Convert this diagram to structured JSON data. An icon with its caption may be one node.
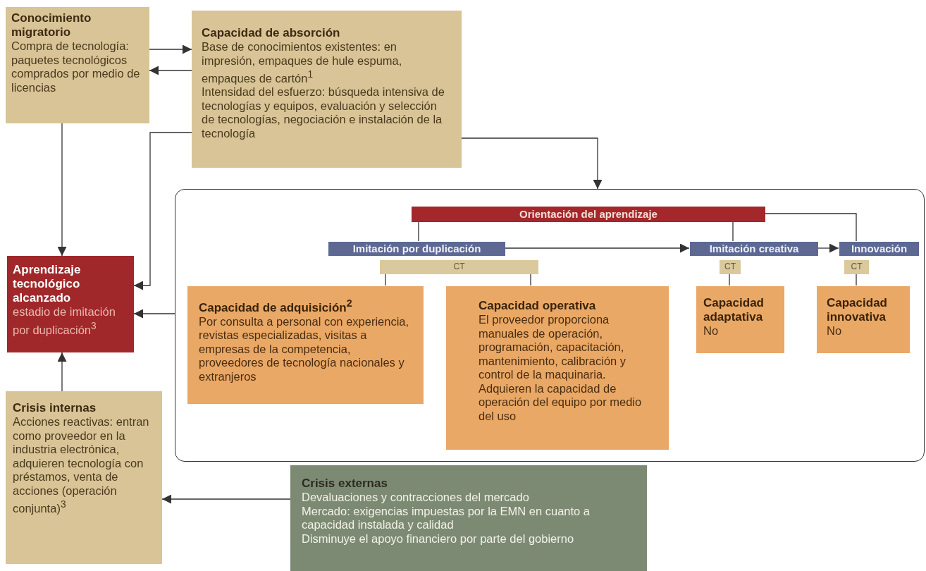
{
  "diagram": {
    "nodes": [
      {
        "text": [
          "Conocimiento migratorio",
          "Compra de tecnología: paquetes tecnológicos comprados por medio de licencias"
        ]
      },
      {
        "text": [
          "Capacidad de absorción",
          "Base de conocimientos existentes: en impresión, empaques de hule espuma, empaques de cartón$^{1}$",
          "Intensidad del esfuerzo: búsqueda intensiva de tecnologías y equipos, evaluación y selección de tecnologías, negociación e instalación de la tecnología"
        ]
      },
      {
        "text": [
          "Aprendizaje tecnológico alcanzado",
          "estadio de imitación por duplicación$^{3}$"
        ]
      },
      {
        "text": [
          "Crisis internas",
          "Acciones reactivas: entran como proveedor en la industria electrónica, adquieren tecnología con préstamos, venta de acciones (operación conjunta)$^{3}$"
        ]
      },
      {
        "text": [],
        "shape": "box"
      },
      {
        "text": [
          "Orientación del aprendizaje"
        ],
        "in": 4
      },
      {
        "text": [
          "Imitación por duplicación"
        ],
        "in": 4
      },
      {
        "text": [
          "CT"
        ],
        "in": 4
      },
      {
        "text": [
          "Imitación creativa"
        ],
        "in": 4
      },
      {
        "text": [
          "CT"
        ],
        "in": 4
      },
      {
        "text": [
          "Innovación"
        ],
        "in": 4
      },
      {
        "text": [
          "CT"
        ],
        "in": 4
      },
      {
        "text": [
          "Capacidad de adquisición$^{2}$",
          "Por consulta a personal con experiencia, revistas especializadas, visitas a empresas de la competencia, proveedores de tecnología nacionales y extranjeros"
        ],
        "in": 4
      },
      {
        "text": [
          "Capacidad operativa",
          "El proveedor proporciona manuales de operación, programación, capacitación, mantenimiento, calibración y control de la maquinaria.",
          "Adquieren la capacidad de operación del equipo por medio del uso"
        ],
        "in": 4
      },
      {
        "text": [
          "Capacidad adaptativa",
          "No"
        ],
        "in": 4
      },
      {
        "text": [
          "Capacidad innovativa",
          "No"
        ],
        "in": 4
      },
      {
        "text": [
          "Crisis externas",
          "Devaluaciones y contracciones del mercado",
          "Mercado: exigencias impuestas por la EMN en cuanto a capacidad instalada y calidad",
          "Disminuye el apoyo financiero por parte del gobierno"
        ]
      }
    ],
    "edges": [
      {
        "from": 0,
        "to": 1,
        "arrow": "to"
      },
      {
        "from": 1,
        "to": 0,
        "arrow": "to"
      },
      {
        "from": 0,
        "to": 2,
        "arrow": "to"
      },
      {
        "from": 1,
        "to": 2,
        "arrow": "to"
      },
      {
        "from": 1,
        "to": 4,
        "arrow": "to"
      },
      {
        "from": 4,
        "to": 2,
        "arrow": "to"
      },
      {
        "from": 3,
        "to": 2,
        "arrow": "to"
      },
      {
        "from": 16,
        "to": 3,
        "arrow": "to"
      },
      {
        "from": 5,
        "to": 6,
        "arrow": "none"
      },
      {
        "from": 5,
        "to": 8,
        "arrow": "none"
      },
      {
        "from": 5,
        "to": 10,
        "arrow": "none"
      },
      {
        "from": 6,
        "to": 8,
        "arrow": "to"
      },
      {
        "from": 8,
        "to": 10,
        "arrow": "to"
      },
      {
        "from": 7,
        "to": 12,
        "arrow": "none"
      },
      {
        "from": 7,
        "to": 13,
        "arrow": "none"
      },
      {
        "from": 9,
        "to": 14,
        "arrow": "none"
      },
      {
        "from": 11,
        "to": 15,
        "arrow": "none"
      }
    ]
  }
}
